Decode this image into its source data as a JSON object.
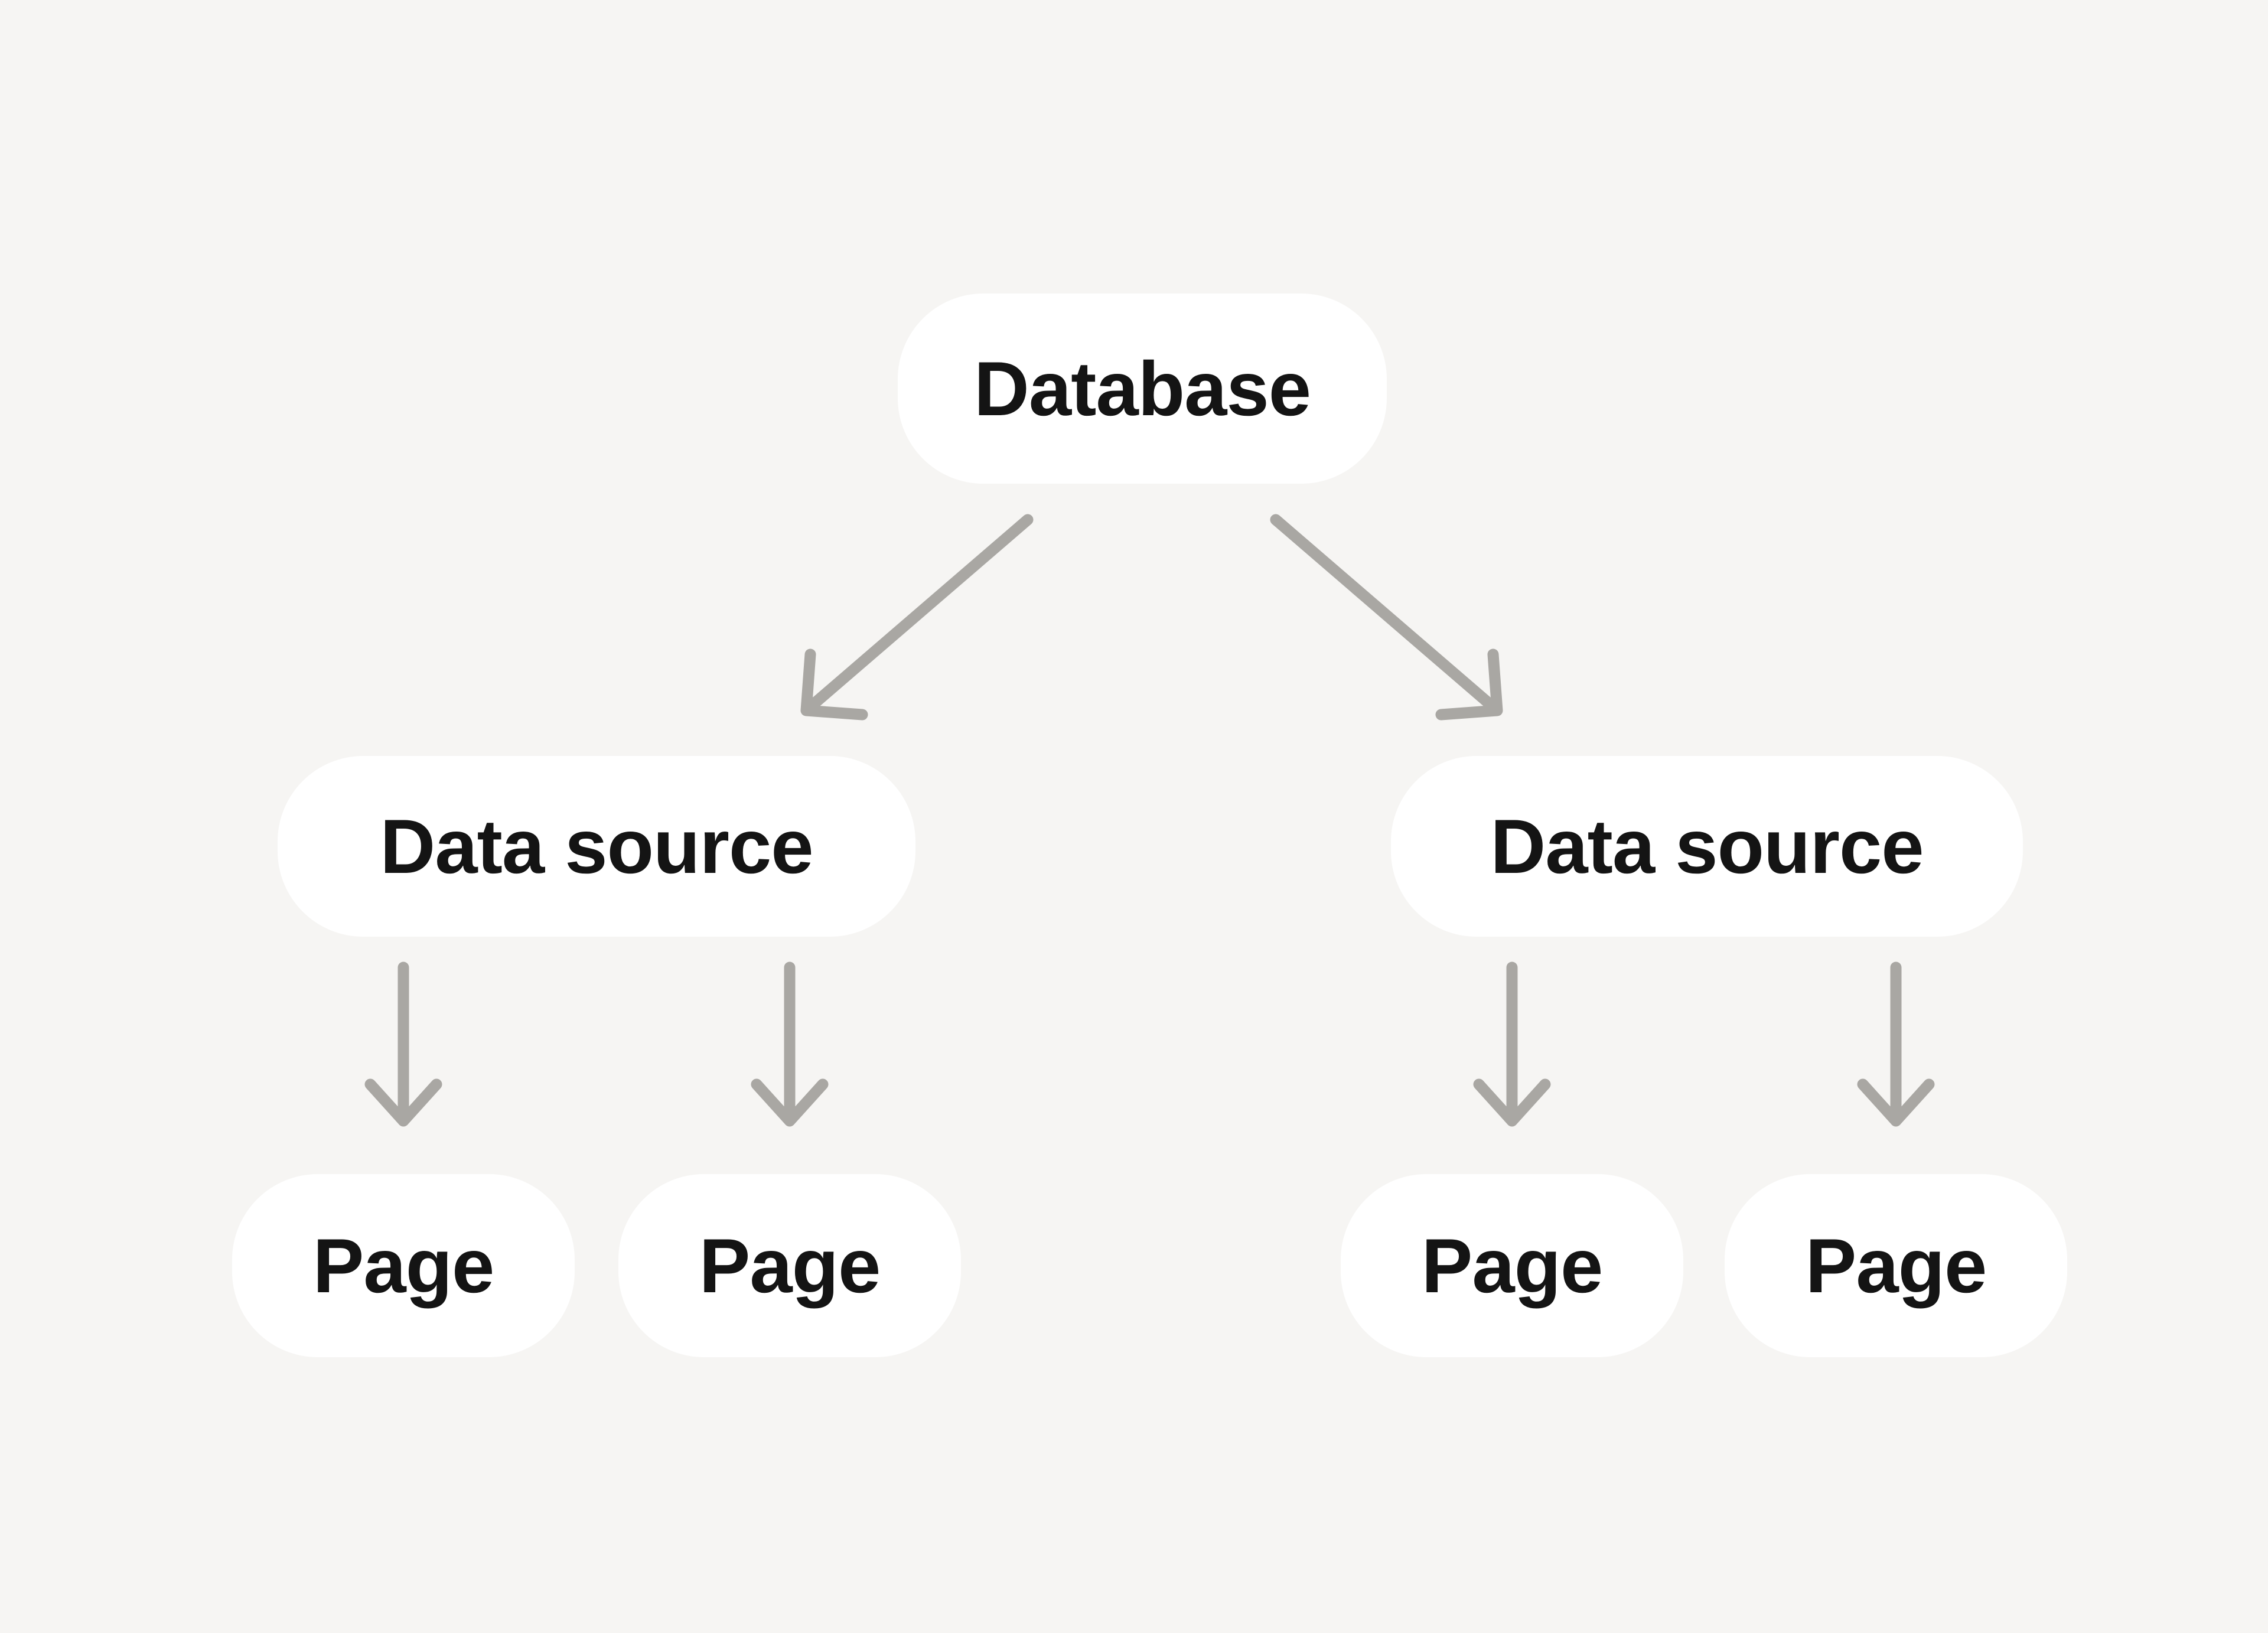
{
  "colors": {
    "background": "#f6f5f3",
    "node_fill": "#ffffff",
    "node_text": "#141414",
    "arrow": "#a9a7a3"
  },
  "nodes": [
    {
      "id": "database",
      "label": "Database",
      "level": 1
    },
    {
      "id": "data-source-1",
      "label": "Data source",
      "level": 2
    },
    {
      "id": "data-source-2",
      "label": "Data source",
      "level": 2
    },
    {
      "id": "page-1",
      "label": "Page",
      "level": 3
    },
    {
      "id": "page-2",
      "label": "Page",
      "level": 3
    },
    {
      "id": "page-3",
      "label": "Page",
      "level": 3
    },
    {
      "id": "page-4",
      "label": "Page",
      "level": 3
    }
  ],
  "edges": [
    {
      "from": "database",
      "to": "data-source-1"
    },
    {
      "from": "database",
      "to": "data-source-2"
    },
    {
      "from": "data-source-1",
      "to": "page-1"
    },
    {
      "from": "data-source-1",
      "to": "page-2"
    },
    {
      "from": "data-source-2",
      "to": "page-3"
    },
    {
      "from": "data-source-2",
      "to": "page-4"
    }
  ]
}
